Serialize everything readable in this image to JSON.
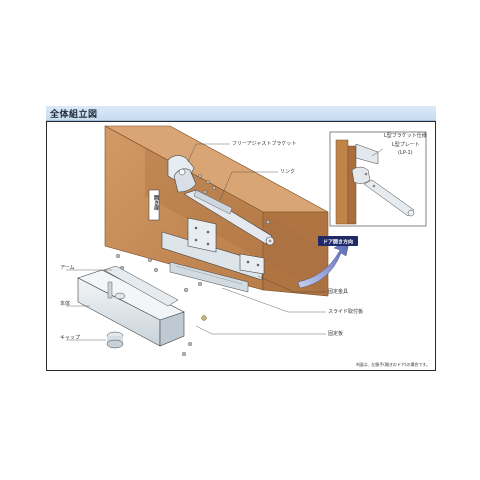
{
  "section_title": "全体組立図",
  "labels": {
    "free_adjust_bracket": "フリーアジャストブラケット",
    "link": "リンク",
    "door_type": "開き扉",
    "arm": "アーム",
    "body": "本体",
    "cap": "キャップ",
    "fixing_bracket": "固定金具",
    "slide_plate": "スライド取付板",
    "fixed_plate": "固定板",
    "door_open_direction": "ドア開き方向"
  },
  "inset": {
    "title": "L型ブラケット仕様",
    "plate": "L型プレート",
    "plate_code": "(LP-1)"
  },
  "footnote": "※図は、左勝手(開きのドア)の場合です。",
  "colors": {
    "header_bg": "#c7dcf0",
    "wood": "#c9905d",
    "wood_dark": "#a9713f",
    "metal": "#dde4ea",
    "body": "#e6ecf0",
    "arrow": "#6c7cc0"
  }
}
